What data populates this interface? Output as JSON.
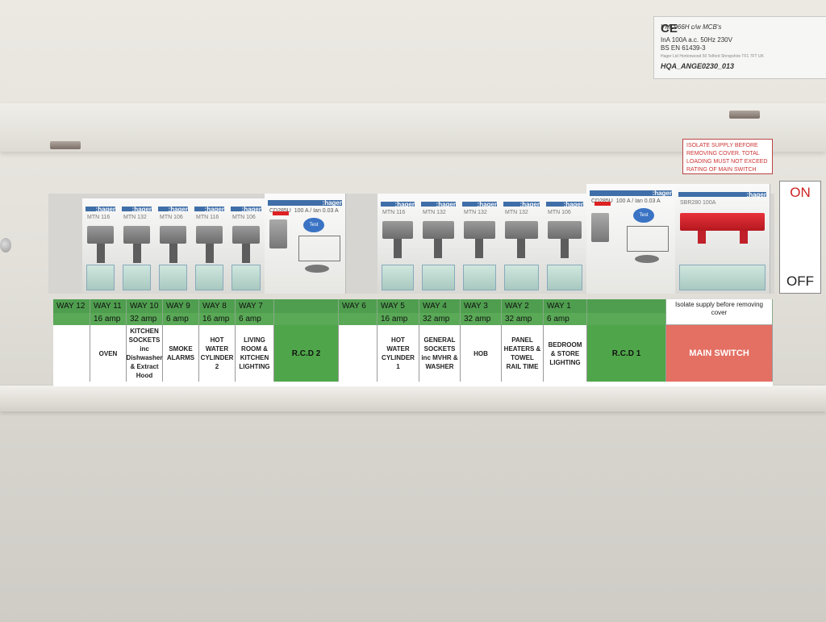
{
  "spec_label": {
    "model": "VML966H c/w MCB's",
    "rating": "InA 100A a.c. 50Hz 230V",
    "standard": "BS EN 61439-3",
    "fine_print": "Hager Ltd Hortonwood 50 Telford Shropshire TF1 7FT UK",
    "code": "HQA_ANGE0230_013",
    "mark": "CE"
  },
  "warning_lines": [
    "ISOLATE SUPPLY BEFORE",
    "REMOVING COVER. TOTAL",
    "LOADING MUST NOT EXCEED",
    "RATING OF MAIN SWITCH"
  ],
  "switch_indicator": {
    "on": "ON",
    "off": "OFF"
  },
  "brand": ":hager",
  "rcd_model_left": "CD285U",
  "rcd_rating_left": "100 A / Ian 0.03 A",
  "rcd_model_right": "CD285U",
  "rcd_rating_right": "100 A / Ian 0.03 A",
  "main_switch_model": "SBR280",
  "main_switch_rating": "100A",
  "test_label": "Test",
  "breaker_models": [
    "MTN 116",
    "MTN 132",
    "MTN 106",
    "MTN 116",
    "MTN 106",
    "MTN 116",
    "MTN 132",
    "MTN 132",
    "MTN 132",
    "MTN 106"
  ],
  "chart": {
    "way_labels": [
      "WAY 12",
      "WAY 11",
      "WAY 10",
      "WAY 9",
      "WAY 8",
      "WAY 7",
      "",
      "WAY 6",
      "WAY 5",
      "WAY 4",
      "WAY 3",
      "WAY 2",
      "WAY 1",
      ""
    ],
    "amp_labels": [
      "",
      "16 amp",
      "32 amp",
      "6 amp",
      "16 amp",
      "6 amp",
      "",
      "",
      "16 amp",
      "32 amp",
      "32 amp",
      "32 amp",
      "6 amp",
      ""
    ],
    "descriptions": [
      "",
      "OVEN",
      "KITCHEN SOCKETS inc Dishwasher & Extract Hood",
      "SMOKE ALARMS",
      "HOT WATER CYLINDER 2",
      "LIVING ROOM & KITCHEN LIGHTING",
      "R.C.D 2",
      "",
      "HOT WATER CYLINDER 1",
      "GENERAL SOCKETS inc MVHR & WASHER",
      "HOB",
      "PANEL HEATERS & TOWEL RAIL TIME",
      "BEDROOM & STORE LIGHTING",
      "R.C.D 1"
    ],
    "isolate_note": "Isolate supply before removing cover",
    "main_switch": "MAIN SWITCH"
  }
}
